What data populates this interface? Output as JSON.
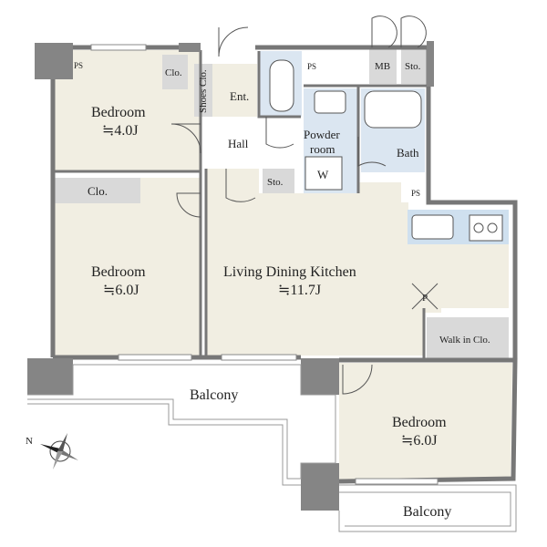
{
  "rooms": {
    "bedroom_nw": {
      "name": "Bedroom",
      "size": "≒4.0J"
    },
    "bedroom_w": {
      "name": "Bedroom",
      "size": "≒6.0J"
    },
    "bedroom_se": {
      "name": "Bedroom",
      "size": "≒6.0J"
    },
    "ldk": {
      "name": "Living Dining Kitchen",
      "size": "≒11.7J"
    },
    "hall": "Hall",
    "entrance": "Ent.",
    "powder_room_line1": "Powder",
    "powder_room_line2": "room",
    "bath": "Bath",
    "washer": "W",
    "walk_in_closet": "Walk in Clo.",
    "balcony_main": "Balcony",
    "balcony_se": "Balcony"
  },
  "storage": {
    "clo_nw": "Clo.",
    "clo_w": "Clo.",
    "shoes_clo": "Shoes Clo.",
    "sto_hall": "Sto.",
    "sto_ne": "Sto.",
    "mb": "MB",
    "ps_nw": "PS",
    "ps_top": "PS",
    "ps_kitchen": "PS",
    "pillar": "P"
  },
  "compass": {
    "north": "N"
  },
  "colors": {
    "floor_beige": "#f1eee2",
    "floor_blue": "#dbe6f1",
    "floor_gray": "#d9d9d9",
    "wall": "#777777",
    "pillar": "#858585",
    "wet_fixture": "#cfe0ef"
  }
}
